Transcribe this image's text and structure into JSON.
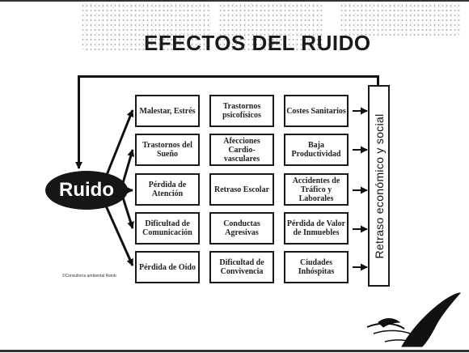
{
  "slide": {
    "title": "EFECTOS DEL RUIDO",
    "source": "Ruido",
    "outcome": "Retraso económico y social",
    "copyright": "©Consultoría ambiental Reinb"
  },
  "effects": [
    [
      "Malestar, Estrés",
      "Trastornos psicofísicos",
      "Costes Sanitarios"
    ],
    [
      "Trastornos del Sueño",
      "Afecciones Cardio-vasculares",
      "Baja Productividad"
    ],
    [
      "Pérdida de Atención",
      "Retraso Escolar",
      "Accidentes de Tráfico y Laborales"
    ],
    [
      "Dificultad de Comunicación",
      "Conductas Agresivas",
      "Pérdida de Valor de Inmuebles"
    ],
    [
      "Pérdida de Oído",
      "Dificultad de Convivencia",
      "Ciudades Inhóspitas"
    ]
  ],
  "colors": {
    "ink": "#1a1a1a",
    "background": "#ffffff"
  },
  "icons": {
    "decoration": "flying-bird-icon"
  }
}
